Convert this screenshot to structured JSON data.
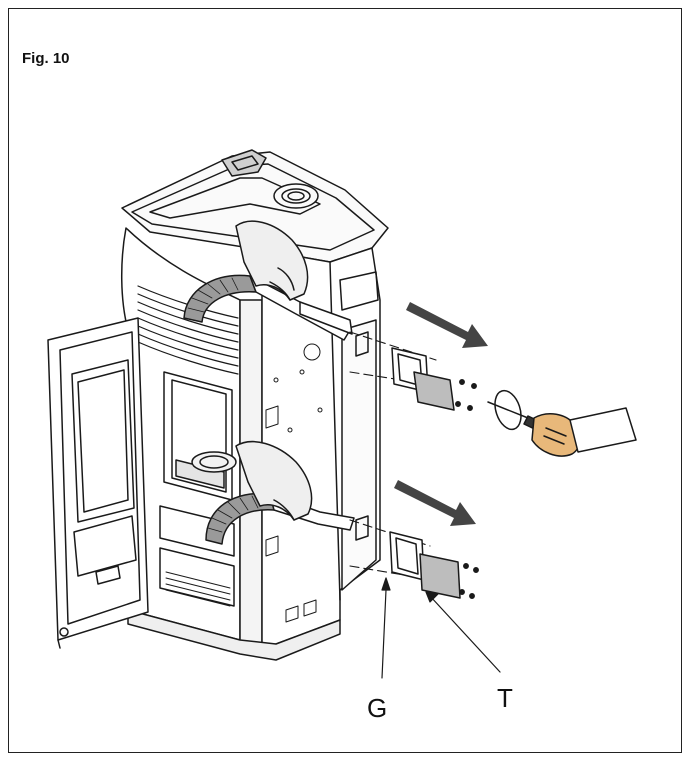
{
  "figure": {
    "title": "Fig. 10",
    "labels": {
      "g": "G",
      "t": "T"
    }
  },
  "colors": {
    "line": "#1a1a1a",
    "panel_fill": "#bdbdbd",
    "hose_fill": "#9a9a9a",
    "hand_fill": "#efefef",
    "skin_fill": "#e8b87a",
    "arrow_fill": "#444444"
  },
  "icons": [
    "stove-unit",
    "open-door",
    "vacuum-hose",
    "gasket",
    "inspection-cover",
    "screwdriver",
    "hand"
  ]
}
